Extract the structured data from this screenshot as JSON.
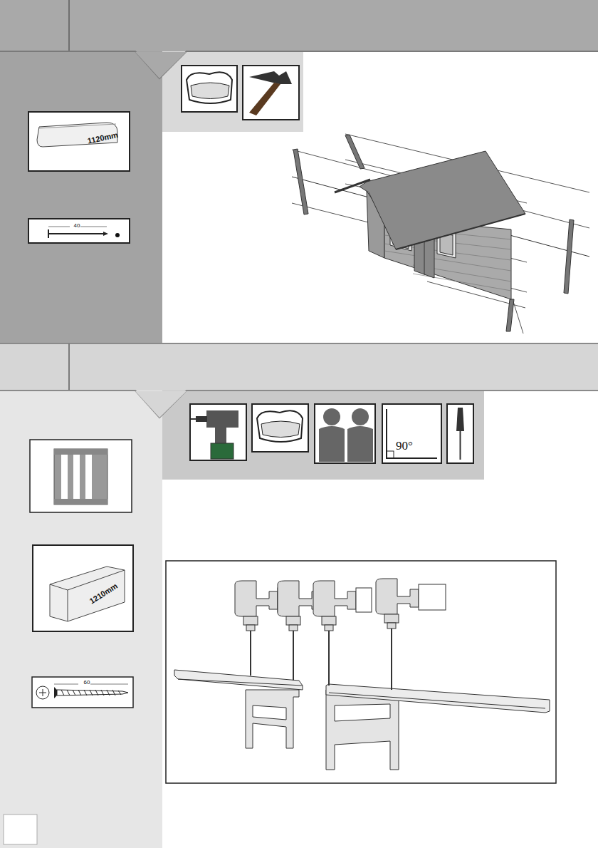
{
  "diagram": {
    "labels": [
      "1120mm",
      "40",
      "90°",
      "1210mm",
      "60"
    ]
  }
}
